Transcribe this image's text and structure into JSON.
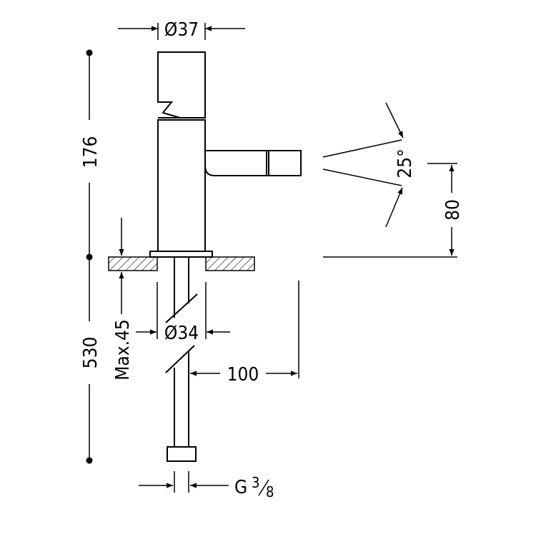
{
  "dimensions": {
    "top_diameter": "Ø37",
    "total_height": "176",
    "spout_angle": "25°",
    "spout_height": "80",
    "max_deck_thickness": "Max.45",
    "hole_diameter": "Ø34",
    "below_deck_length": "530",
    "spout_reach": "100",
    "thread_prefix": "G",
    "thread_numerator": "3",
    "thread_denominator": "8"
  },
  "colors": {
    "line": "#000000",
    "background": "#ffffff"
  }
}
